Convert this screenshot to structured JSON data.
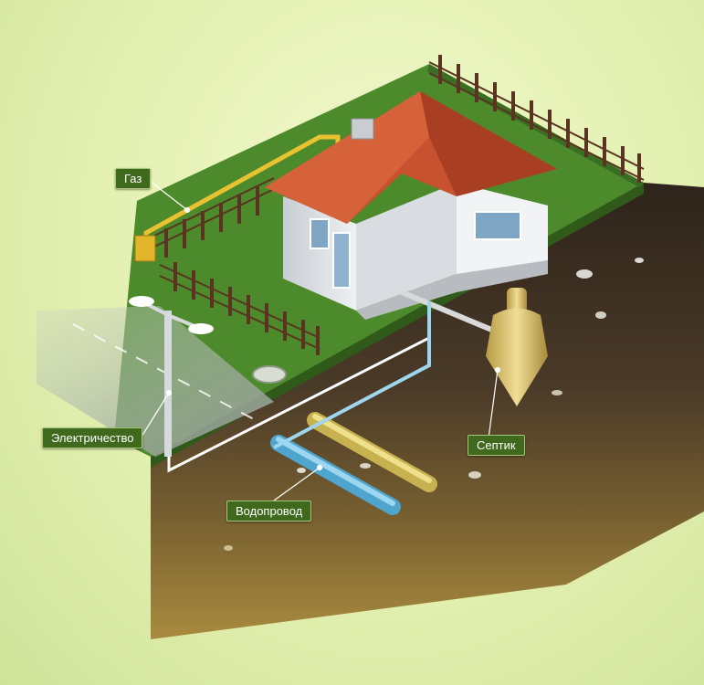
{
  "labels": {
    "gas": "Газ",
    "electricity": "Электричество",
    "septic": "Септик",
    "water": "Водопровод"
  },
  "colors": {
    "grass": "#4c8a2c",
    "soil": "#3b2e22",
    "roof": "#c8512f",
    "gas_pipe": "#e8c230",
    "water_pipe": "#58b1d8",
    "septic_tank": "#e0c56a",
    "label_bg": "#3f6a1d"
  }
}
